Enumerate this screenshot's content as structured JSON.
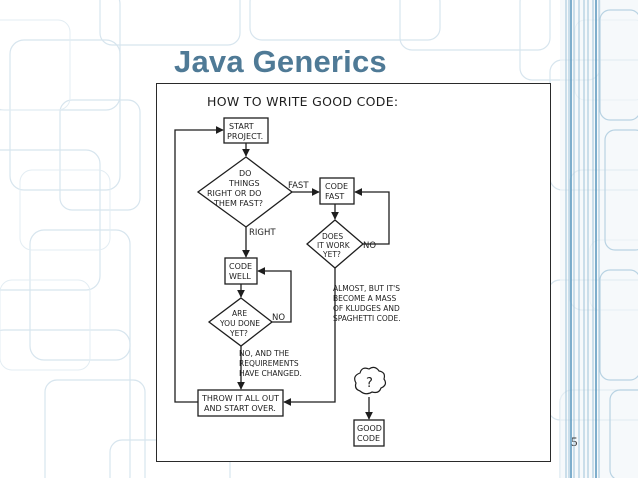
{
  "slide": {
    "title": "Java Generics",
    "page_number": "5"
  },
  "comic": {
    "heading": "HOW TO WRITE GOOD CODE:",
    "start_project": [
      "START",
      "PROJECT."
    ],
    "decision_right_or_fast": [
      "DO",
      "THINGS",
      "RIGHT OR DO",
      "THEM FAST?"
    ],
    "label_fast": "FAST",
    "code_fast": [
      "CODE",
      "FAST"
    ],
    "label_right": "RIGHT",
    "decision_does_it_work": [
      "DOES",
      "IT WORK",
      "YET?"
    ],
    "label_no_work": "NO",
    "code_well": [
      "CODE",
      "WELL"
    ],
    "almost_note": [
      "ALMOST, BUT IT'S",
      "BECOME A MASS",
      "OF KLUDGES AND",
      "SPAGHETTI CODE."
    ],
    "decision_are_you_done": [
      "ARE",
      "YOU DONE",
      "YET?"
    ],
    "label_no_done": "NO",
    "requirements_note": [
      "NO, AND THE",
      "REQUIREMENTS",
      "HAVE CHANGED."
    ],
    "throw_it_out": [
      "THROW IT ALL OUT",
      "AND START OVER."
    ],
    "question_mark": "?",
    "good_code": [
      "GOOD",
      "CODE"
    ]
  },
  "colors": {
    "title": "#4f7a96",
    "background_lines": "#c9dce9",
    "accent_bar": "#4b8fb8"
  }
}
